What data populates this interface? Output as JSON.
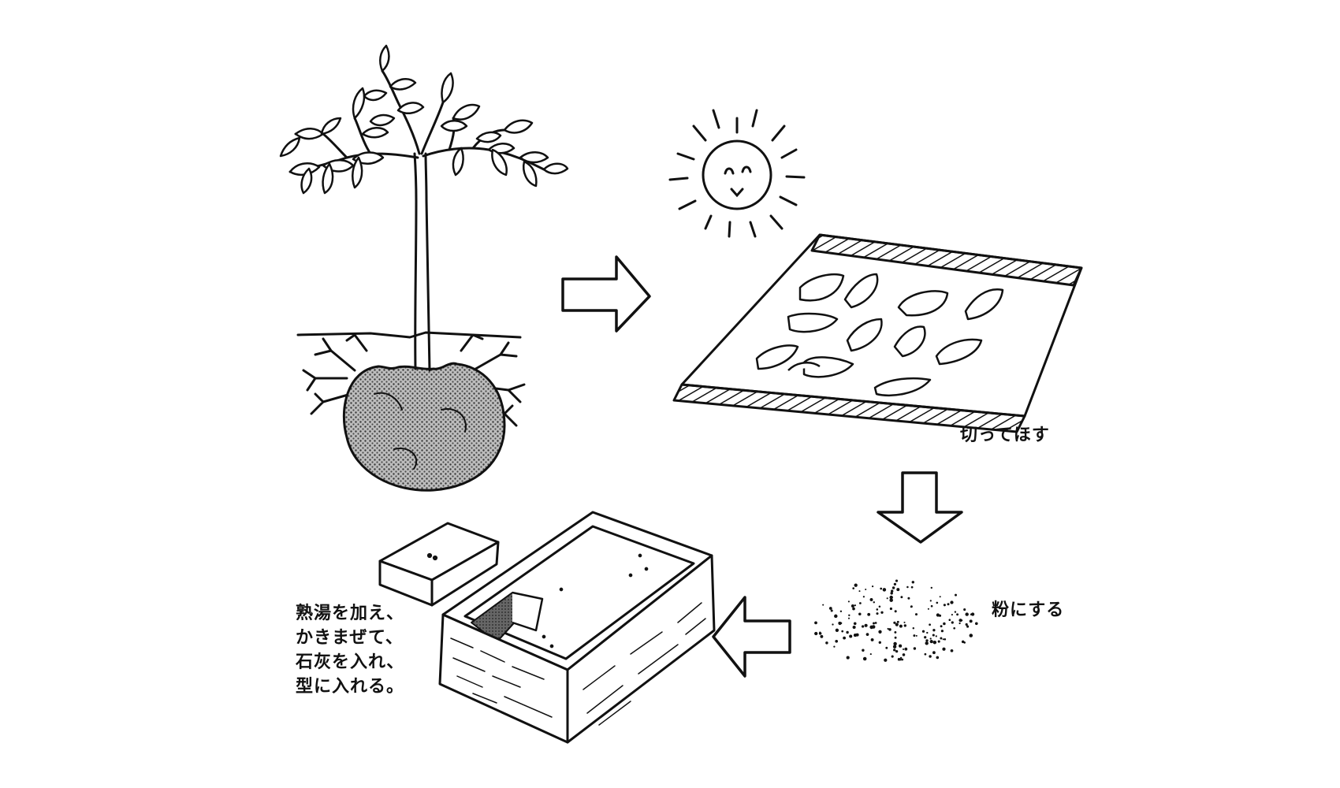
{
  "steps": {
    "dry": {
      "label": "切ってほす"
    },
    "powder": {
      "label": "粉にする"
    },
    "mold": {
      "lines": [
        "熟湯を加え、",
        "かきまぜて、",
        "石灰を入れ、",
        "型に入れる。"
      ]
    }
  },
  "icons": [
    "konjac-plant-icon",
    "sun-icon",
    "drying-mat-icon",
    "powder-icon",
    "konjac-block-icon",
    "mold-tray-icon",
    "arrow-right-icon",
    "arrow-down-icon",
    "arrow-left-icon"
  ],
  "colors": {
    "ink": "#111111",
    "background": "#ffffff",
    "corm": "#7a7a7a"
  }
}
